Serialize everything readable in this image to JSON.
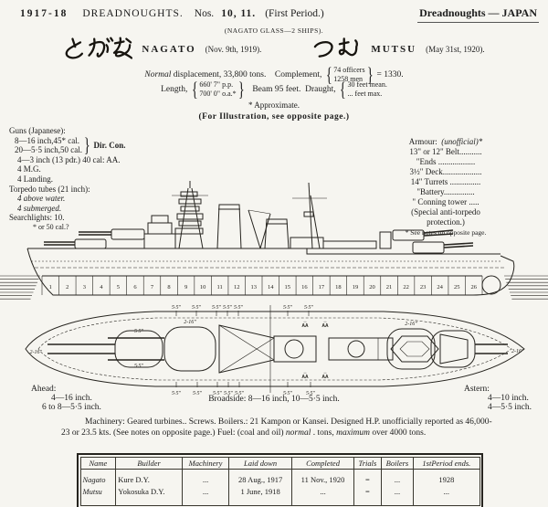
{
  "header": {
    "edition": "1917-18",
    "title": "DREADNOUGHTS.",
    "nos_label": "Nos.",
    "nos": "10,  11.",
    "period": "(First Period.)",
    "right": "Dreadnoughts — JAPAN"
  },
  "class_line": "(NAGATO GLASS—2 SHIPS).",
  "ships": [
    {
      "kana": "とがな",
      "name": "NAGATO",
      "date": "(Nov. 9th, 1919)."
    },
    {
      "kana": "つむ",
      "name": "MUTSU",
      "date": "(May 31st, 1920)."
    }
  ],
  "particulars": {
    "normal_word": "Normal",
    "displacement_rest": " displacement, 33,800 tons.",
    "complement_label": "Complement,",
    "officers": "74 officers",
    "men": "1258 men",
    "total": "= 1330.",
    "length_label": "Length,",
    "pp": "660' 7\" p.p.",
    "oa": "700' 0\" o.a.*",
    "beam": "Beam 95 feet.",
    "draught_label": "Draught,",
    "mean": "30 feet mean.",
    "max": "... feet max.",
    "approx": "* Approximate.",
    "illustration": "(For Illustration, see opposite page.)"
  },
  "guns": {
    "heading": "Guns (Japanese):",
    "main1": "8—16 inch,45* cal.",
    "main2": "20—5·5 inch,50 cal.",
    "brace": "}",
    "dir_con": "Dir. Con.",
    "item_aa": "4—3 inch (13 pdr.) 40 cal: AA.",
    "item_mg": "4 M.G.",
    "item_landing": "4 Landing.",
    "torpedo_heading": "Torpedo tubes (21 inch):",
    "torpedo_1": "4 above water.",
    "torpedo_2": "4 submerged.",
    "searchlights": "Searchlights: 10.",
    "footnote": "* or 50 cal.?"
  },
  "armour": {
    "heading": "Armour:",
    "heading_note": "(unofficial)*",
    "items": [
      "13\" or 12\" Belt...........",
      "\"Ends ..................",
      "3½\" Deck...................",
      "14\" Turrets ...............",
      "\"Battery...............",
      "\" Conning tower .....",
      "(Special anti-torpedo",
      "protection.)"
    ],
    "footnote": "* See notes on opposite page."
  },
  "profile": {
    "hull_numbers": [
      "1",
      "2",
      "3",
      "4",
      "5",
      "6",
      "7",
      "8",
      "9",
      "10",
      "11",
      "12",
      "13",
      "14",
      "15",
      "16",
      "17",
      "18",
      "19",
      "20",
      "21",
      "22",
      "23",
      "24",
      "25",
      "26"
    ]
  },
  "plan": {
    "label_216": "2-16\"",
    "label_55": "5·5\"",
    "label_aa": "AA",
    "arrow": "↔"
  },
  "firing_arcs": {
    "ahead_label": "Ahead:",
    "ahead_1": "4—16 inch.",
    "ahead_2": "6 to  8—5·5  inch.",
    "broadside": "Broadside:  8—16 inch,  10—5·5 inch.",
    "astern_label": "Astern:",
    "astern_1": "4—10 inch.",
    "astern_2": "4—5·5 inch."
  },
  "machinery": {
    "p1": "Machinery:  Geared turbines..  Screws.  Boilers.:  21 Kampon or Kansei.  Designed H.P. unofficially reported as 46,000-23 or  23.5  kts.  (See notes on opposite page.)   Fuel:  (coal and oil) ",
    "i1": "normal",
    "p2": "      . tons, ",
    "i2": "maximum",
    "p3": " over 4000 tons."
  },
  "table": {
    "headers": [
      "Name",
      "Builder",
      "Machinery",
      "Laid down",
      "Completed",
      "Trials",
      "Boilers",
      "1stPeriod ends."
    ],
    "rows": [
      [
        "Nagato",
        "Kure D.Y.",
        "...",
        "28 Aug., 1917",
        "11 Nov., 1920",
        "=",
        "...",
        "1928"
      ],
      [
        "Mutsu",
        "Yokosuka D.Y.",
        "...",
        "1 June, 1918",
        "...",
        "=",
        "...",
        "..."
      ]
    ]
  }
}
